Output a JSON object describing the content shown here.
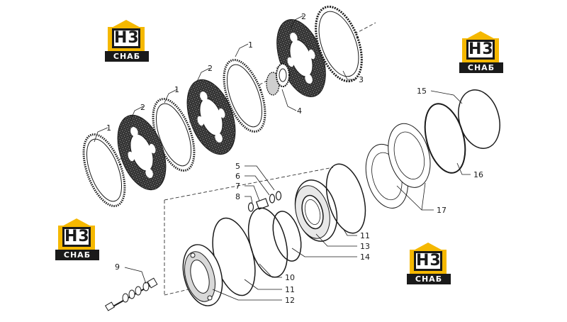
{
  "logo": {
    "main": "H3",
    "sub": "СНАБ"
  },
  "callouts": {
    "c1a": "1",
    "c1b": "1",
    "c1c": "1",
    "c2a": "2",
    "c2b": "2",
    "c2c": "2",
    "c3": "3",
    "c4": "4",
    "c5": "5",
    "c6": "6",
    "c7": "7",
    "c8": "8",
    "c9": "9",
    "c10": "10",
    "c11a": "11",
    "c11b": "11",
    "c12": "12",
    "c13": "13",
    "c14": "14",
    "c15": "15",
    "c16": "16",
    "c17": "17"
  },
  "colors": {
    "logo_yellow": "#f5b800",
    "logo_dark": "#1a1a1a",
    "line": "#1a1a1a",
    "friction_fill": "#3a3a3a"
  }
}
